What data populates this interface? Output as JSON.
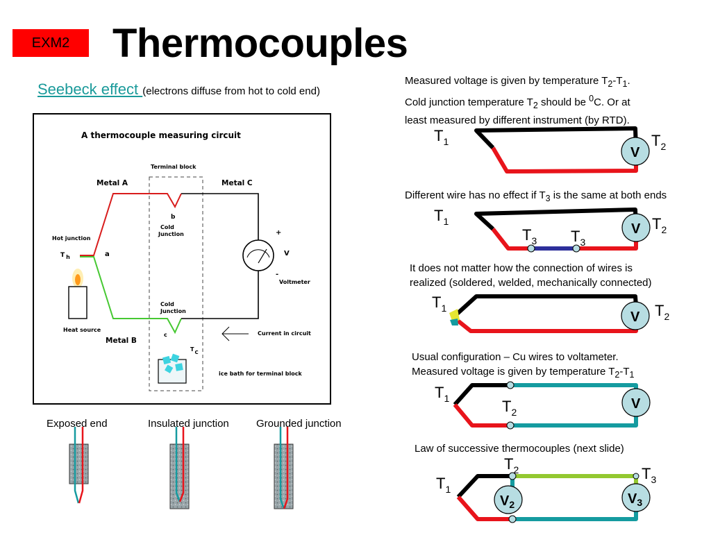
{
  "slide": {
    "badge": "EXM2",
    "title": "Thermocouples",
    "seebeck_link": "Seebeck effect ",
    "seebeck_note": "(electrons diffuse from hot to cold end)"
  },
  "circuit": {
    "title": "A thermocouple measuring circuit",
    "terminal_block": "Terminal block",
    "metal_a": "Metal A",
    "metal_b": "Metal B",
    "metal_c": "Metal C",
    "hot_junction": "Hot junction",
    "th_main": "T",
    "th_sub": "h",
    "a": "a",
    "b": "b",
    "c": "c",
    "cold_junction_1": "Cold",
    "cold_junction_2": "Junction",
    "plus": "+",
    "minus": "-",
    "v": "V",
    "voltmeter": "Voltmeter",
    "heat_source": "Heat source",
    "current": "Current in circuit",
    "tc_main": "T",
    "tc_sub": "C",
    "ice_bath": "ice bath for terminal block"
  },
  "junctions": {
    "exposed": "Exposed end",
    "insulated": "Insulated junction",
    "grounded": "Grounded junction"
  },
  "panels": {
    "p1_line1a": "Measured voltage is given by temperature T",
    "p1_line1b": "2",
    "p1_line1c": "-T",
    "p1_line1d": "1",
    "p1_line1e": ".",
    "p1_line2a": "Cold junction temperature T",
    "p1_line2b": "2",
    "p1_line2c": " should be ",
    "p1_line2d": "0",
    "p1_line2e": "C. Or at",
    "p1_line3": "least measured by different instrument (by RTD).",
    "p2_a": "Different wire has no effect if T",
    "p2_b": "3",
    "p2_c": " is the same at both ends",
    "p3_line1": "It does not matter how the connection of wires is",
    "p3_line2": "realized (soldered, welded, mechanically connected)",
    "p4_line1": "Usual configuration – Cu wires to voltameter.",
    "p4_line2a": "Measured voltage is given by temperature T",
    "p4_line2b": "2",
    "p4_line2c": "-T",
    "p4_line2d": "1",
    "p5": "Law of successive thermocouples (next slide)",
    "T": "T",
    "s1": "1",
    "s2": "2",
    "s3": "3",
    "V": "V"
  },
  "colors": {
    "red": "#e8141b",
    "green": "#46c832",
    "black": "#000000",
    "teal": "#159ba0",
    "blue": "#2d2f9b",
    "lime": "#93c830",
    "meter_fill": "#b7dde2"
  }
}
